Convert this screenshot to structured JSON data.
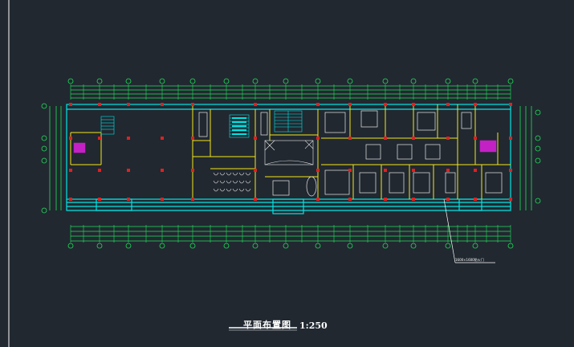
{
  "drawing": {
    "title": "平面布置图",
    "scale": "1:250",
    "callout": "1600×1600防火门"
  },
  "colors": {
    "background": "#212830",
    "grid_axis": "#22e05a",
    "wall_outline": "#00e5e5",
    "partition": "#f2e61a",
    "column": "#e02020",
    "furniture": "#e8e8e8",
    "equipment": "#e020e0",
    "viewport_border": "#ffffff"
  }
}
